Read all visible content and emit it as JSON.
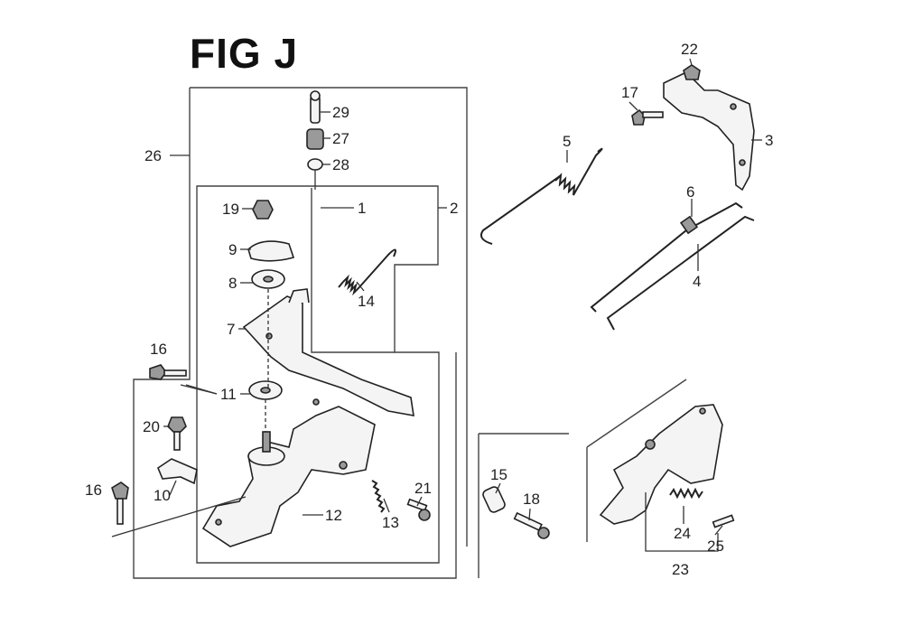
{
  "figure": {
    "title": "FIG J",
    "callouts": [
      {
        "id": "c1",
        "text": "1"
      },
      {
        "id": "c2",
        "text": "2"
      },
      {
        "id": "c3",
        "text": "3"
      },
      {
        "id": "c4",
        "text": "4"
      },
      {
        "id": "c5",
        "text": "5"
      },
      {
        "id": "c6",
        "text": "6"
      },
      {
        "id": "c7",
        "text": "7"
      },
      {
        "id": "c8",
        "text": "8"
      },
      {
        "id": "c9",
        "text": "9"
      },
      {
        "id": "c10",
        "text": "10"
      },
      {
        "id": "c11",
        "text": "11"
      },
      {
        "id": "c12",
        "text": "12"
      },
      {
        "id": "c13",
        "text": "13"
      },
      {
        "id": "c14",
        "text": "14"
      },
      {
        "id": "c15",
        "text": "15"
      },
      {
        "id": "c16a",
        "text": "16"
      },
      {
        "id": "c16b",
        "text": "16"
      },
      {
        "id": "c17",
        "text": "17"
      },
      {
        "id": "c18",
        "text": "18"
      },
      {
        "id": "c19",
        "text": "19"
      },
      {
        "id": "c20",
        "text": "20"
      },
      {
        "id": "c21",
        "text": "21"
      },
      {
        "id": "c22",
        "text": "22"
      },
      {
        "id": "c23",
        "text": "23"
      },
      {
        "id": "c24",
        "text": "24"
      },
      {
        "id": "c25",
        "text": "25"
      },
      {
        "id": "c26",
        "text": "26"
      },
      {
        "id": "c27",
        "text": "27"
      },
      {
        "id": "c28",
        "text": "28"
      },
      {
        "id": "c29",
        "text": "29"
      }
    ]
  }
}
